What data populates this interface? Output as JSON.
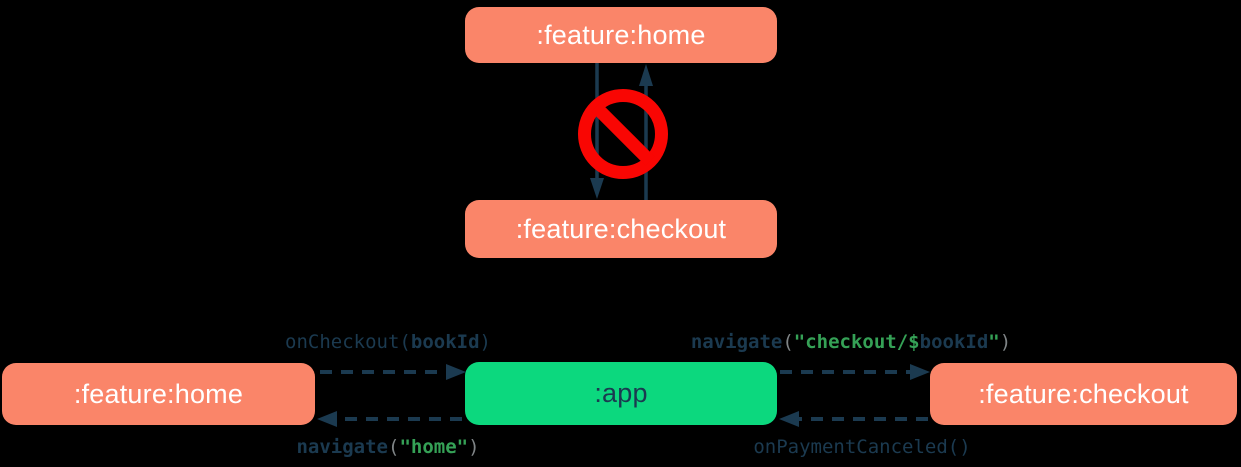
{
  "colors": {
    "bg": "#000000",
    "node-salmon": "#FA8569",
    "node-green": "#0CD87E",
    "node-text-light": "#FFFFFF",
    "navy": "#1B3A50",
    "code-green": "#35A156",
    "code-gray": "#7F8486",
    "forbidden-red": "#F90603"
  },
  "top_diagram": {
    "home_node": ":feature:home",
    "checkout_node": ":feature:checkout",
    "forbidden_icon": "no-entry"
  },
  "bottom_diagram": {
    "home_node": ":feature:home",
    "app_node": ":app",
    "checkout_node": ":feature:checkout",
    "edge_labels": {
      "on_checkout": {
        "fn": "onCheckout(",
        "arg": "bookId",
        "close": ")"
      },
      "navigate_checkout": {
        "fn": "navigate",
        "open": "(",
        "str_open": "\"checkout/$",
        "var": "bookId",
        "str_close": "\"",
        "close": ")"
      },
      "navigate_home": {
        "fn": "navigate",
        "open": "(",
        "str": "\"home\"",
        "close": ")"
      },
      "on_payment_canceled": {
        "fn": "onPaymentCanceled()"
      }
    }
  }
}
